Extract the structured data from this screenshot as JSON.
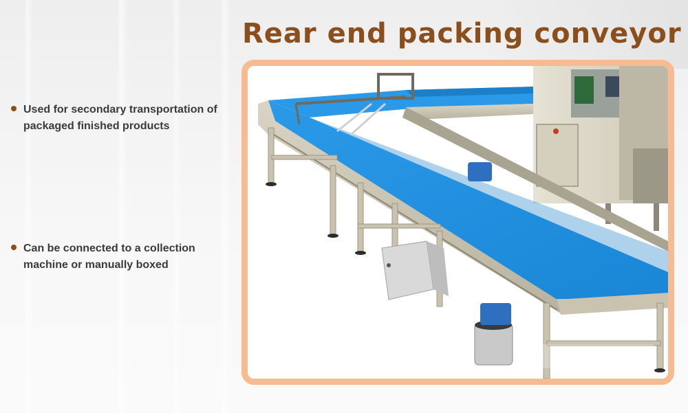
{
  "title": "Rear end packing conveyor",
  "bullets": [
    "Used for secondary transportation of packaged finished products",
    "Can be connected to a collection machine or manually boxed"
  ],
  "colors": {
    "title": "#8a4f1c",
    "frame": "#f7bb91",
    "belt": "#1e8fe0",
    "bullet_text": "#3a3a3a"
  }
}
